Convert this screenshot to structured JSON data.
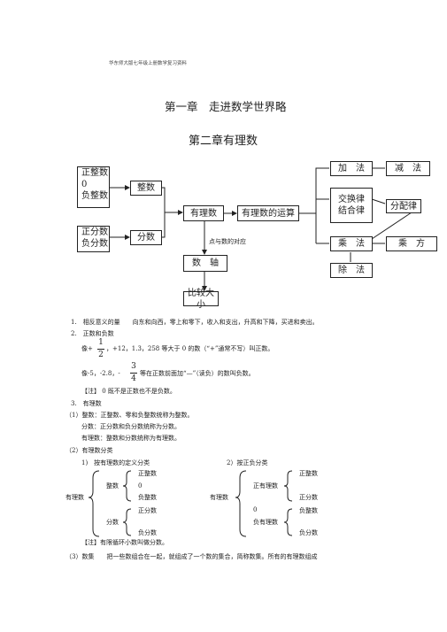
{
  "header": "华东师大版七年级上册数学复习资料",
  "chapter1": "第一章　走进数学世界略",
  "chapter2": "第二章有理数",
  "diagram": {
    "left_top_lines": [
      "正整数",
      "0",
      "负整数"
    ],
    "left_bottom_lines": [
      "正分数",
      "负分数"
    ],
    "integer": "整数",
    "fraction": "分数",
    "rational": "有理数",
    "operations": "有理数的运算",
    "add": "加　法",
    "subtract": "减　法",
    "laws_lines": [
      "交换律",
      "结合律"
    ],
    "distributive": "分配律",
    "multiply": "乘　法",
    "power": "乘　方",
    "divide": "除　法",
    "point_correspondence": "点与数的对应",
    "number_axis": "数　轴",
    "compare": "比较大小"
  },
  "content": {
    "item1": "1.　相反意义的量　　向东和向西，零上和零下，收入和支出，升高和下降，买进和卖出。",
    "item2": "2.　正数和负数",
    "line_a_pre": "像+",
    "frac_a_num": "1",
    "frac_a_den": "2",
    "line_a_post": "，+12，1.3，258 等大于 0 的数（“+”通常不写）叫正数。",
    "line_b_pre": "像-5，-2.8，-",
    "frac_b_num": "3",
    "frac_b_den": "4",
    "line_b_post": "等在正数前面加“—”（读负）的数叫负数。",
    "note1": "【注】 0 既不是正数也不是负数。",
    "item3": "3.　有理数",
    "s1": "（1）整数：正整数、零和负整数统称为整数。",
    "s1b": "分数：正分数和负分数统称为分数。",
    "s1c": "有理数：整数和分数统称为有理数。",
    "s2": "（2）有理数分类",
    "class1_title": "1)　按有理数的定义分类",
    "class2_title": "2）按正负分类",
    "class1": {
      "root": "有理数",
      "integer": "整数",
      "fraction": "分数",
      "pos_int": "正整数",
      "zero": "0",
      "neg_int": "负整数",
      "pos_frac": "正分数",
      "neg_frac": "负分数"
    },
    "class2": {
      "root": "有理数",
      "positive": "正有理数",
      "zero": "0",
      "negative": "负有理数",
      "pos_int": "正整数",
      "pos_frac": "正分数",
      "neg_int": "负整数",
      "neg_frac": "负分数"
    },
    "note2": "【注】有限循环小数叫做分数。",
    "s3": "（3）数集　　把一些数组合在一起，就组成了一个数的集合，简称数集。所有的有理数组成"
  }
}
